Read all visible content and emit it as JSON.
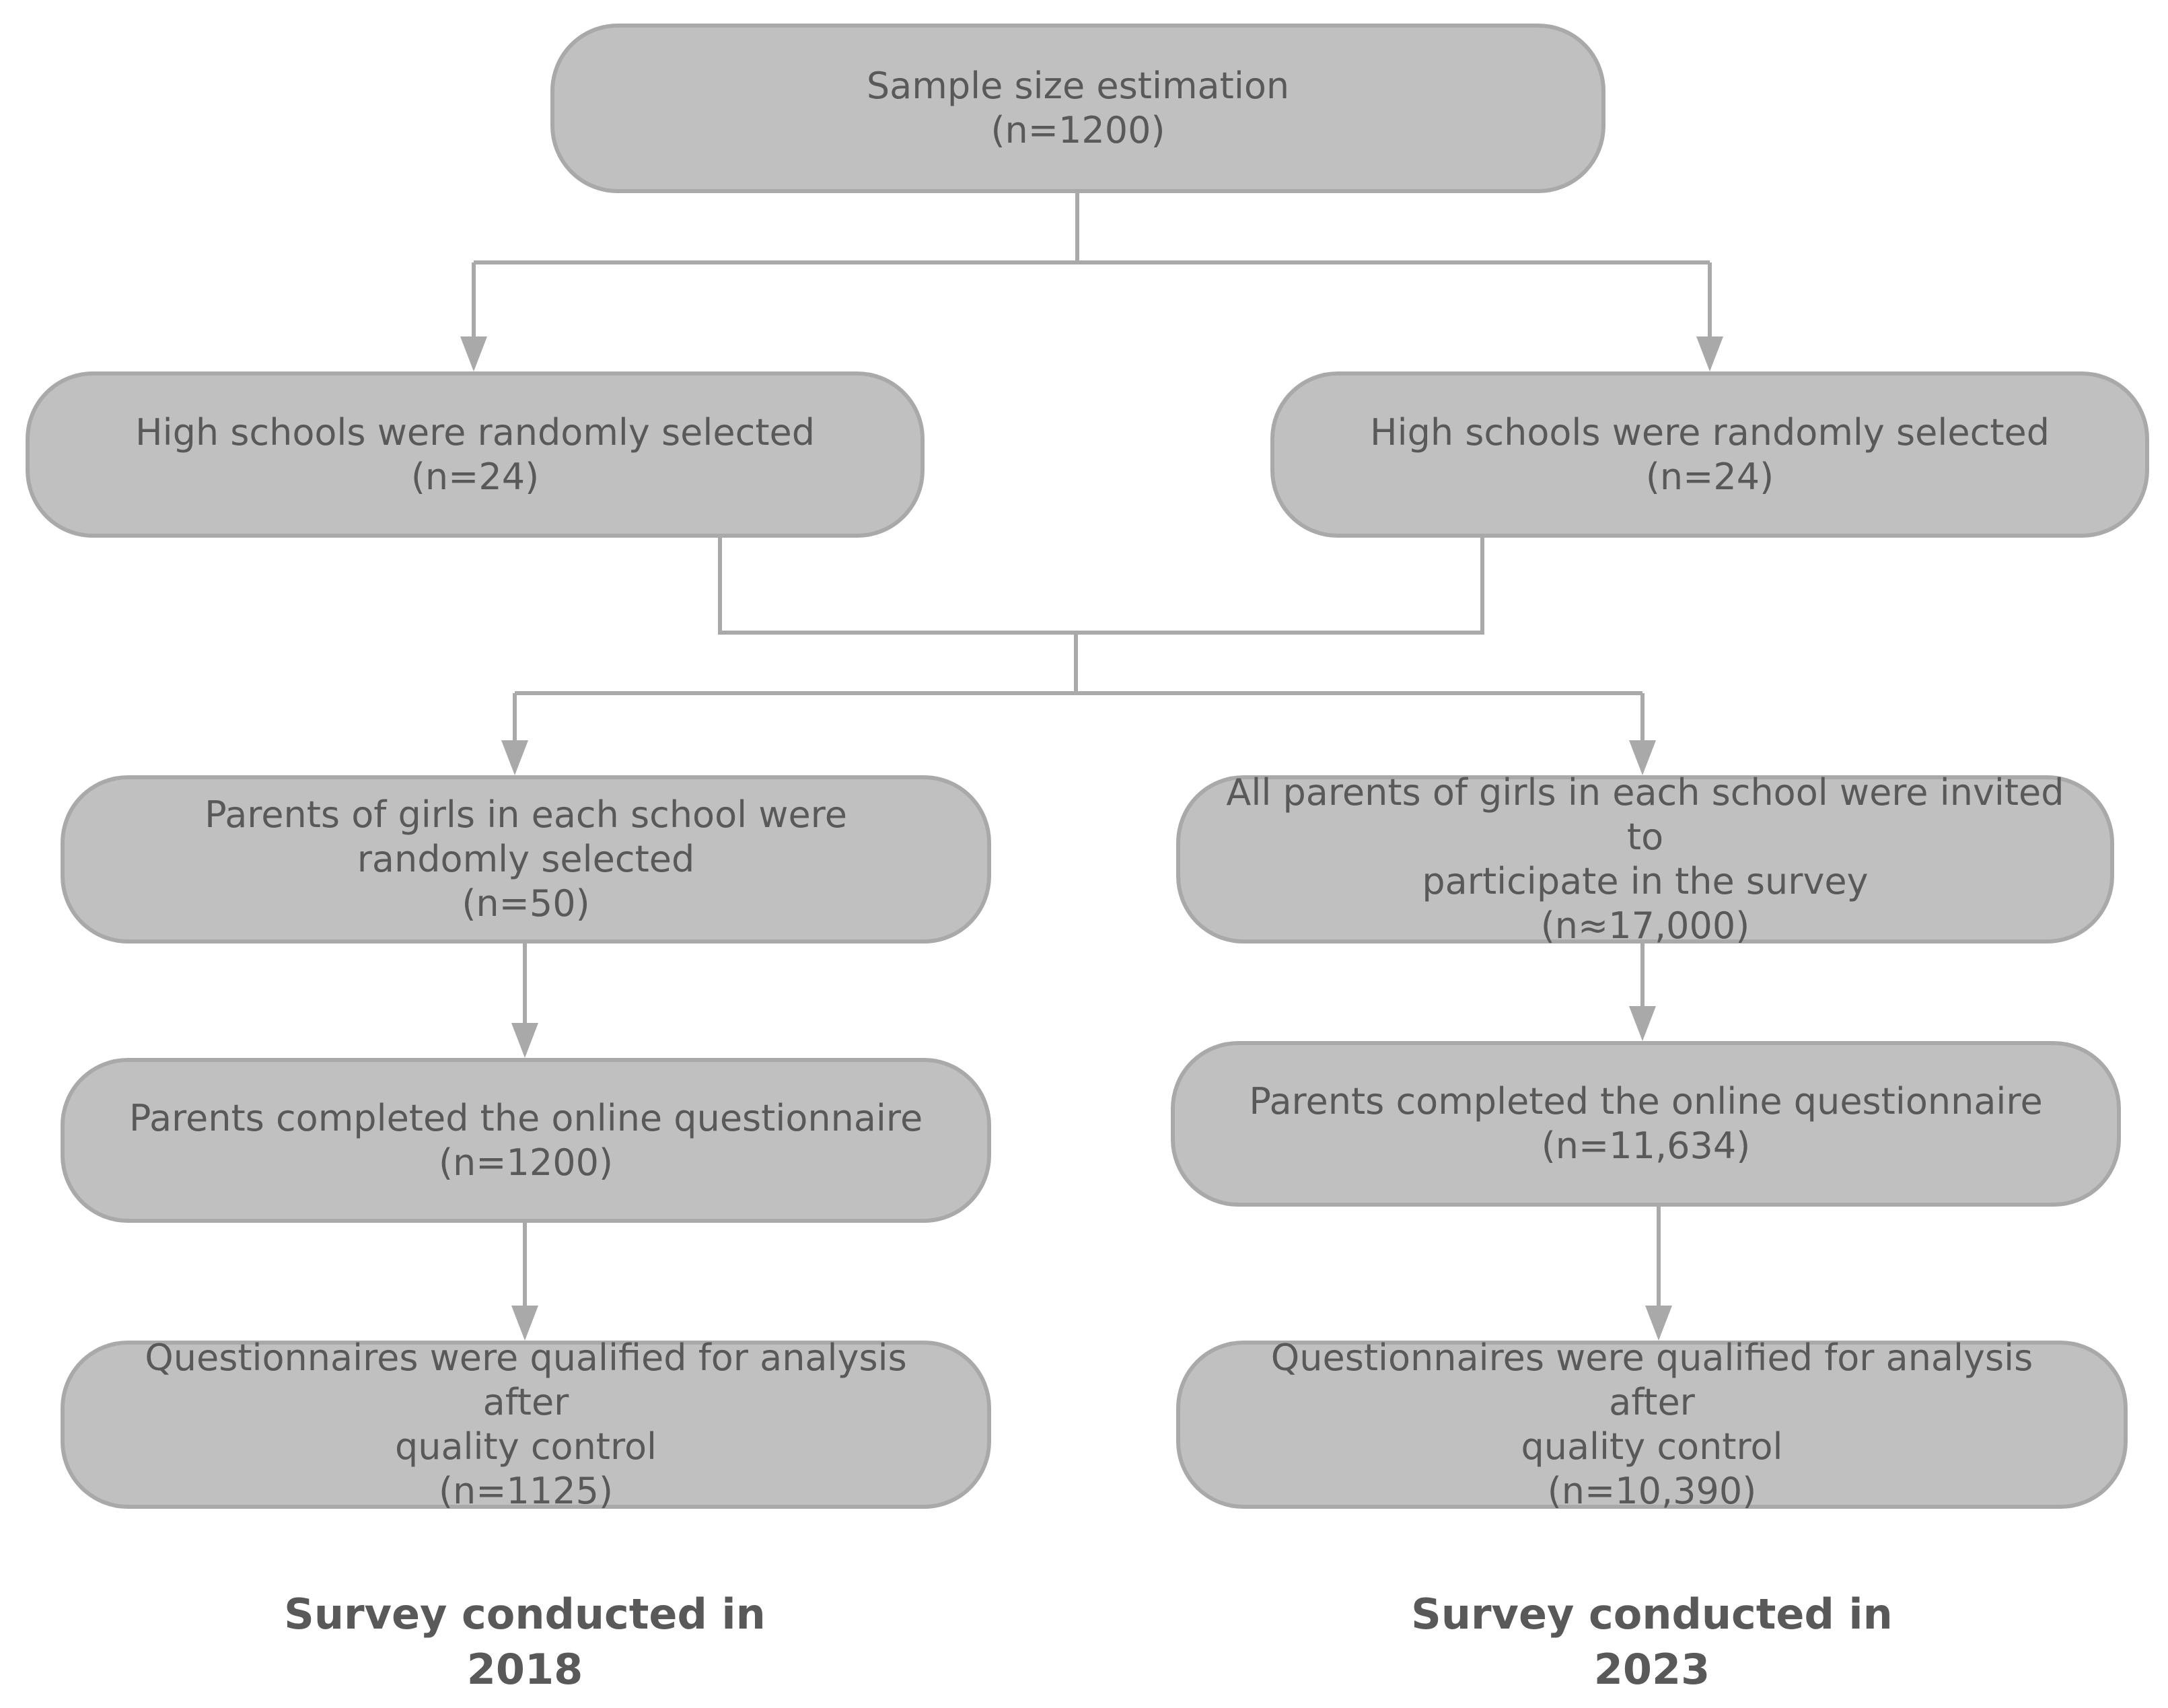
{
  "boxes": {
    "sample_size": {
      "line1": "Sample size estimation",
      "count": "(n=1200)"
    },
    "schools_2018": {
      "line1": "High schools  were randomly selected",
      "count": "(n=24)"
    },
    "schools_2023": {
      "line1": "High schools were randomly selected",
      "count": "(n=24)"
    },
    "parents_selected_2018": {
      "line1": "Parents of girls in each school  were",
      "line2": "randomly selected",
      "count": "(n=50)"
    },
    "parents_invited_2023": {
      "line1": "All parents of girls in each school  were invited to",
      "line2": "participate in the survey",
      "count": "(n≈17,000)"
    },
    "completed_2018": {
      "line1": "Parents completed the online questionnaire",
      "count": "(n=1200)"
    },
    "completed_2023": {
      "line1": "Parents completed the online questionnaire",
      "count": "(n=11,634)"
    },
    "qualified_2018": {
      "line1": "Questionnaires were qualified for analysis after",
      "line2": "quality control",
      "count": "(n=1125)"
    },
    "qualified_2023": {
      "line1": "Questionnaires were qualified for analysis after",
      "line2": "quality control",
      "count": "(n=10,390)"
    }
  },
  "labels": {
    "survey_2018": {
      "line1": "Survey conducted in",
      "line2": "2018"
    },
    "survey_2023": {
      "line1": "Survey conducted in",
      "line2": "2023"
    }
  },
  "colors": {
    "box_fill": "#c0c0c0",
    "box_border": "#a9a9a9",
    "connector": "#a9a9a9",
    "text": "#595959"
  }
}
